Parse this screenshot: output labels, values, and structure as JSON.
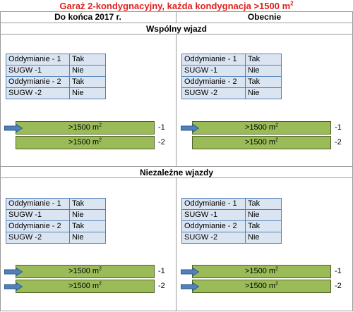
{
  "title": {
    "text": "Garaż 2-kondygnacyjny, każda kondygnacja >1500 m",
    "sup": "2"
  },
  "columns": [
    "Do końca 2017 r.",
    "Obecnie"
  ],
  "sections": [
    "Wspólny wjazd",
    "Niezależne wjazdy"
  ],
  "panels": [
    {
      "rows": [
        [
          "Oddymianie - 1",
          "Tak"
        ],
        [
          "SUGW -1",
          "Nie"
        ],
        [
          "Oddymianie - 2",
          "Tak"
        ],
        [
          "SUGW -2",
          "Nie"
        ]
      ]
    },
    {
      "rows": [
        [
          "Oddymianie - 1",
          "Tak"
        ],
        [
          "SUGW -1",
          "Nie"
        ],
        [
          "Oddymianie - 2",
          "Tak"
        ],
        [
          "SUGW -2",
          "Nie"
        ]
      ]
    },
    {
      "rows": [
        [
          "Oddymianie - 1",
          "Tak"
        ],
        [
          "SUGW -1",
          "Nie"
        ],
        [
          "Oddymianie - 2",
          "Tak"
        ],
        [
          "SUGW -2",
          "Nie"
        ]
      ]
    },
    {
      "rows": [
        [
          "Oddymianie - 1",
          "Tak"
        ],
        [
          "SUGW -1",
          "Nie"
        ],
        [
          "Oddymianie - 2",
          "Tak"
        ],
        [
          "SUGW -2",
          "Nie"
        ]
      ]
    }
  ],
  "floor": {
    "label": ">1500 m",
    "sup": "2"
  },
  "levels": [
    "-1",
    "-2"
  ],
  "colors": {
    "title": "#e0211e",
    "table_fill": "#dbe5f1",
    "table_border": "#4f81bd",
    "floor_fill": "#9bbb59",
    "arrow": "#4f81bd"
  }
}
